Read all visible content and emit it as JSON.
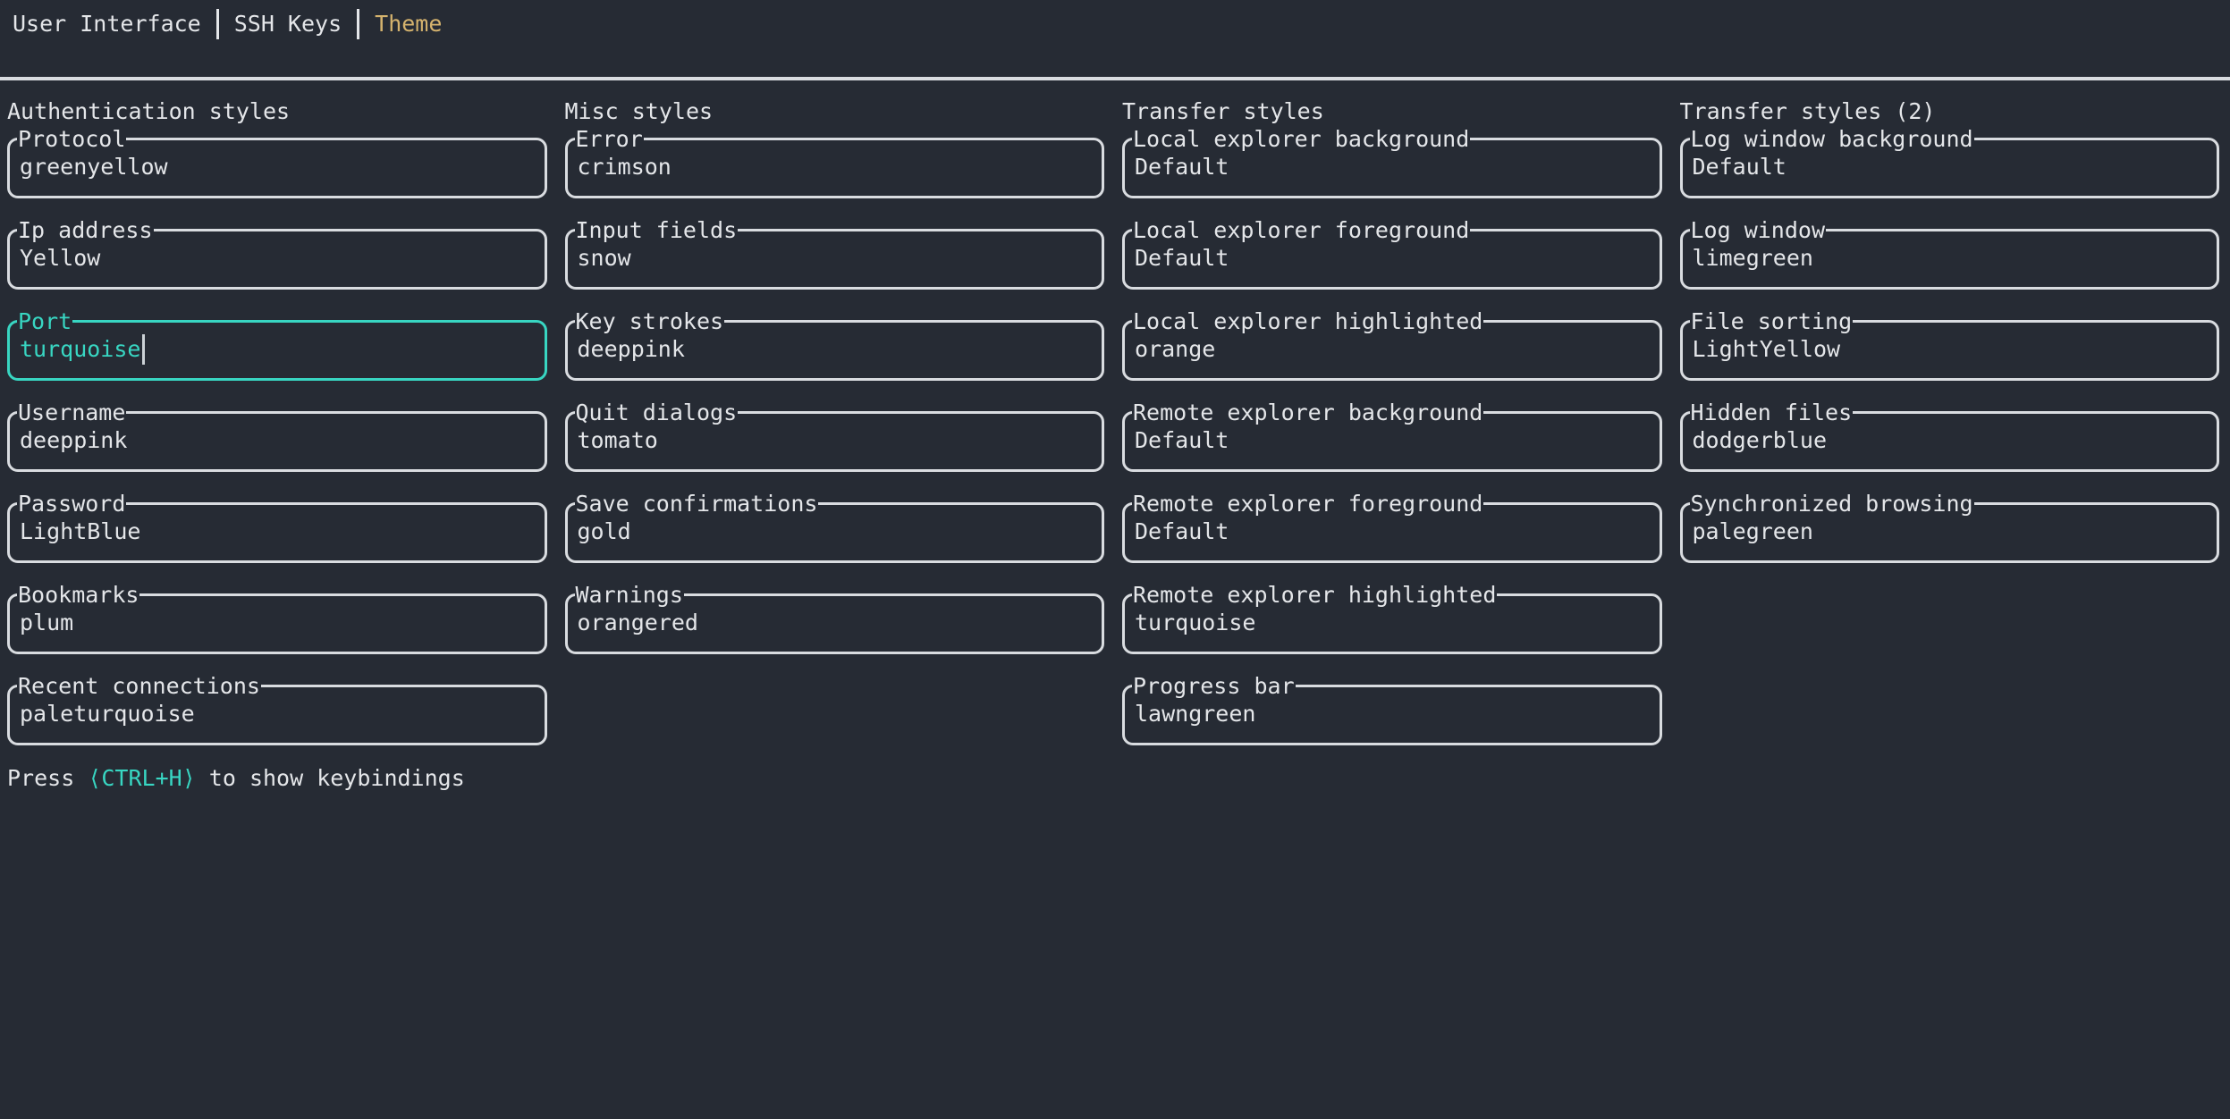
{
  "colors": {
    "background": "#262b34",
    "foreground": "#e4e6e9",
    "border": "#d9dce0",
    "accent": "#38d6c2",
    "tab_active": "#d5b36e",
    "cursor": "#ccd2d6"
  },
  "tabbar": {
    "tabs": [
      {
        "label": "User Interface",
        "active": false
      },
      {
        "label": "SSH Keys",
        "active": false
      },
      {
        "label": "Theme",
        "active": true
      }
    ]
  },
  "columns": [
    {
      "header": "Authentication styles",
      "fields": [
        {
          "label": "Protocol",
          "value": "greenyellow",
          "focused": false
        },
        {
          "label": "Ip address",
          "value": "Yellow",
          "focused": false
        },
        {
          "label": "Port",
          "value": "turquoise",
          "focused": true
        },
        {
          "label": "Username",
          "value": "deeppink",
          "focused": false
        },
        {
          "label": "Password",
          "value": "LightBlue",
          "focused": false
        },
        {
          "label": "Bookmarks",
          "value": "plum",
          "focused": false
        },
        {
          "label": "Recent connections",
          "value": "paleturquoise",
          "focused": false
        }
      ]
    },
    {
      "header": "Misc styles",
      "fields": [
        {
          "label": "Error",
          "value": "crimson",
          "focused": false
        },
        {
          "label": "Input fields",
          "value": "snow",
          "focused": false
        },
        {
          "label": "Key strokes",
          "value": "deeppink",
          "focused": false
        },
        {
          "label": "Quit dialogs",
          "value": "tomato",
          "focused": false
        },
        {
          "label": "Save confirmations",
          "value": "gold",
          "focused": false
        },
        {
          "label": "Warnings",
          "value": "orangered",
          "focused": false
        }
      ]
    },
    {
      "header": "Transfer styles",
      "fields": [
        {
          "label": "Local explorer background",
          "value": "Default",
          "focused": false
        },
        {
          "label": "Local explorer foreground",
          "value": "Default",
          "focused": false
        },
        {
          "label": "Local explorer highlighted",
          "value": "orange",
          "focused": false
        },
        {
          "label": "Remote explorer background",
          "value": "Default",
          "focused": false
        },
        {
          "label": "Remote explorer foreground",
          "value": "Default",
          "focused": false
        },
        {
          "label": "Remote explorer highlighted",
          "value": "turquoise",
          "focused": false
        },
        {
          "label": "Progress bar",
          "value": "lawngreen",
          "focused": false
        }
      ]
    },
    {
      "header": "Transfer styles (2)",
      "fields": [
        {
          "label": "Log window background",
          "value": "Default",
          "focused": false
        },
        {
          "label": "Log window",
          "value": "limegreen",
          "focused": false
        },
        {
          "label": "File sorting",
          "value": "LightYellow",
          "focused": false
        },
        {
          "label": "Hidden files",
          "value": "dodgerblue",
          "focused": false
        },
        {
          "label": "Synchronized browsing",
          "value": "palegreen",
          "focused": false
        }
      ]
    }
  ],
  "footer": {
    "prefix": "Press ",
    "key": "⟨CTRL+H⟩",
    "suffix": " to show keybindings"
  }
}
